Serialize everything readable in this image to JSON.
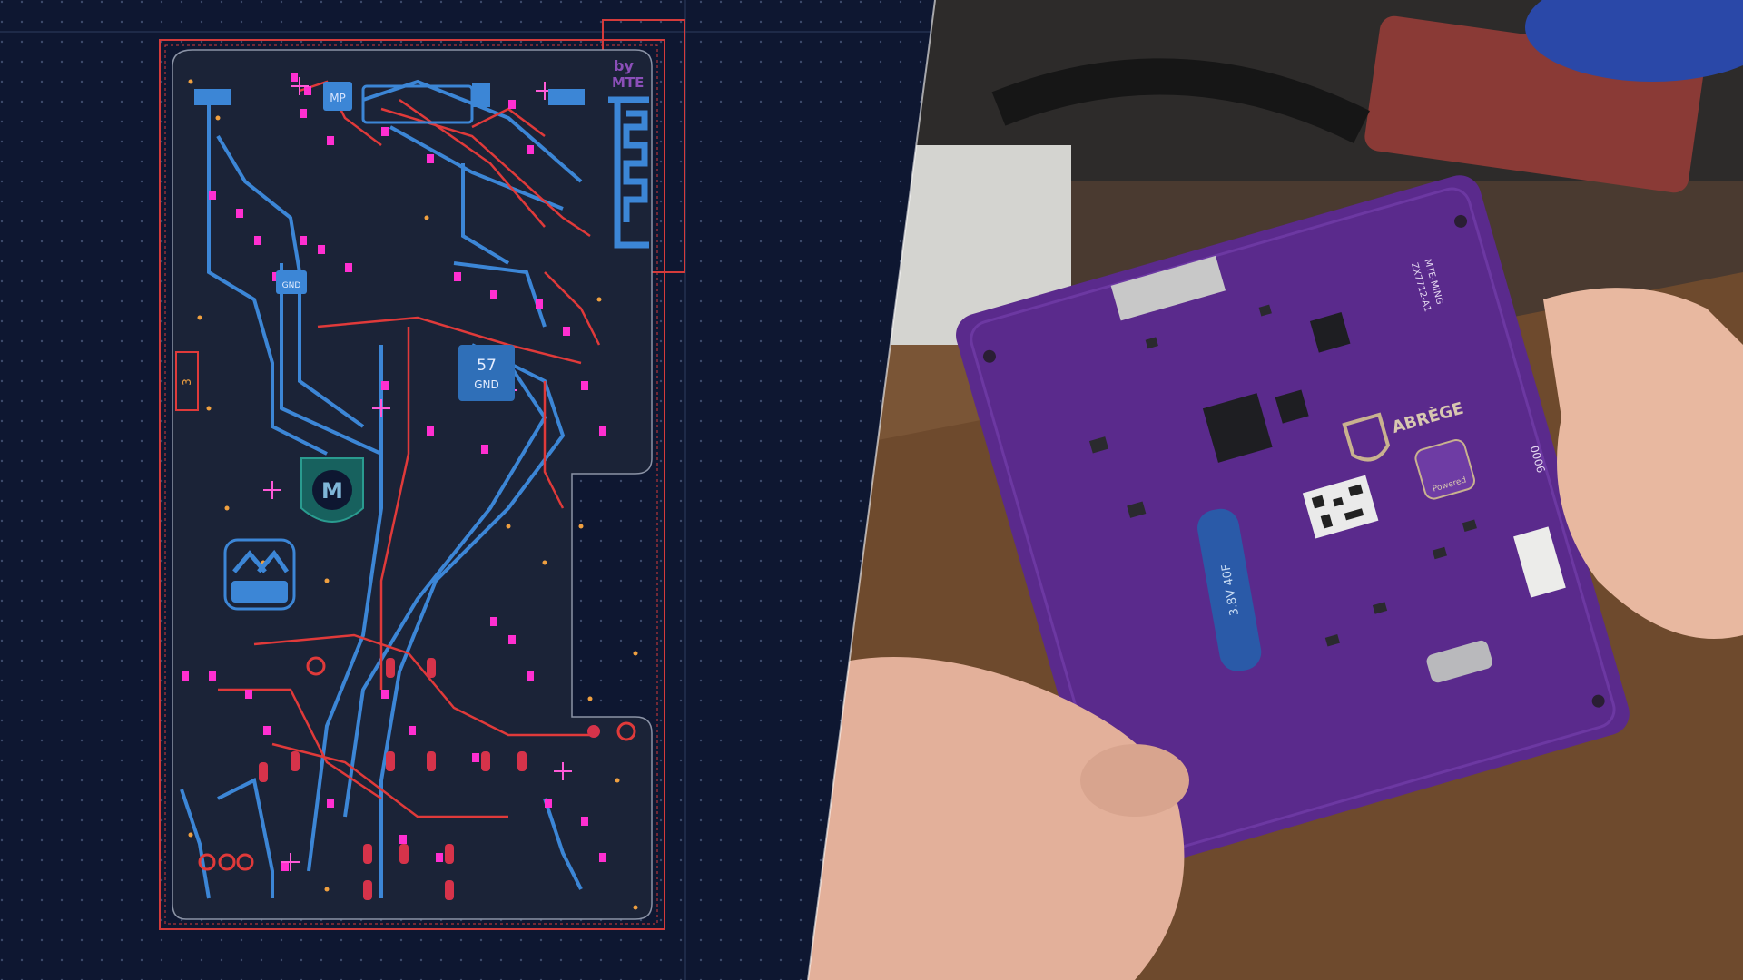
{
  "left_panel": {
    "pcb_layout": {
      "top_right_text_line1": "by",
      "top_right_text_line2": "MTE",
      "chip_number": "57",
      "chip_net": "GND",
      "label_mp": "MP",
      "label_gnd_small": "GND",
      "left_connector_label": "3"
    },
    "colors": {
      "background": "#0e1731",
      "board_fill": "#1b2337",
      "trace_front": "#e03a3a",
      "trace_back": "#3c86d6",
      "pads": "#ff2fd0",
      "vias": "#f0a040",
      "edge_cuts": "#d43b3b"
    }
  },
  "right_panel": {
    "photo": {
      "board_color": "#5a2a8c",
      "brand_text": "ABRÈGE",
      "powered_badge": "Powered",
      "capacitor_label": "3.8V 40F",
      "board_name": "MTE-MING",
      "revision": "ZX7712-A1",
      "serial": "0006"
    }
  }
}
